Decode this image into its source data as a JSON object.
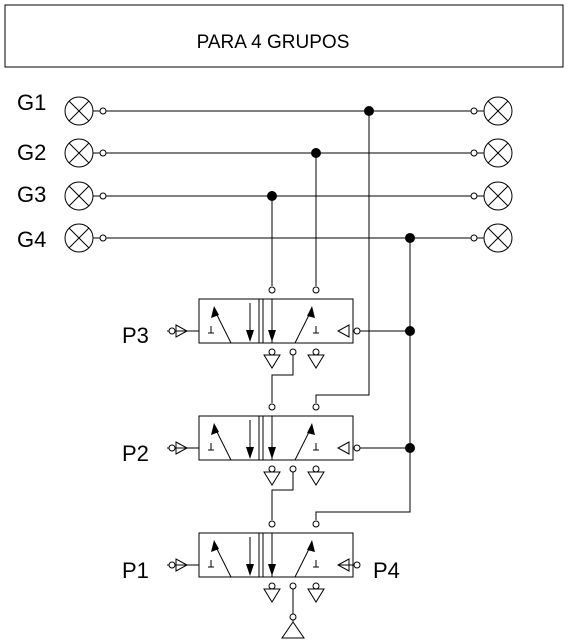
{
  "title": "PARA 4 GRUPOS",
  "groups": [
    {
      "label": "G1"
    },
    {
      "label": "G2"
    },
    {
      "label": "G3"
    },
    {
      "label": "G4"
    }
  ],
  "valves": [
    {
      "label": "P3"
    },
    {
      "label": "P2"
    },
    {
      "label": "P1"
    }
  ],
  "extra_port_label": "P4",
  "icons": [
    "lamp-icon",
    "junction-dot",
    "exhaust-triangle-icon",
    "pressure-source-icon",
    "pilot-arrow-icon"
  ]
}
